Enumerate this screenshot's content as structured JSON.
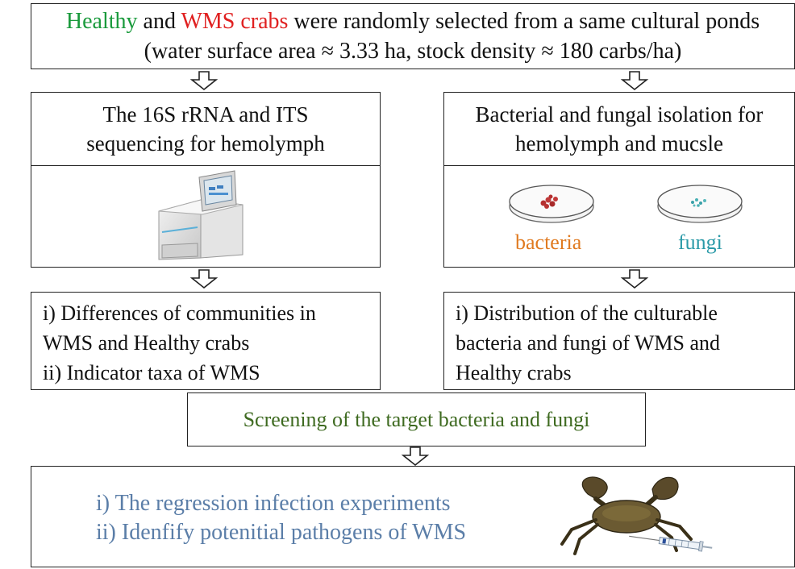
{
  "top": {
    "line1_green": "Healthy",
    "line1_and": " and ",
    "line1_red": "WMS crabs",
    "line1_rest": " were randomly selected from a same cultural ponds",
    "line2": "(water surface area ≈ 3.33 ha, stock density ≈ 180 carbs/ha)"
  },
  "left_method": {
    "line1": "The 16S rRNA and ITS",
    "line2": "sequencing for hemolymph",
    "image_icon": "sequencer-icon"
  },
  "right_method": {
    "line1": "Bacterial and fungal isolation for",
    "line2": "hemolymph and mucsle",
    "image_icon": "petri-dish-icon",
    "bacteria_label": "bacteria",
    "fungi_label": "fungi"
  },
  "left_result": {
    "line1": "i) Differences of communities in",
    "line2": "WMS and Healthy crabs",
    "line3": "ii) Indicator taxa of WMS"
  },
  "right_result": {
    "line1": "i) Distribution of the culturable",
    "line2": "bacteria and fungi of WMS and",
    "line3": "Healthy crabs"
  },
  "screening": {
    "text": "Screening of the target bacteria and fungi"
  },
  "final": {
    "line1": "i) The regression infection experiments",
    "line2": "ii) Idenfify poteniti​al pathogens of WMS",
    "image_icon": "crab-icon"
  },
  "colors": {
    "healthy": "#1a9a3c",
    "wms": "#e02020",
    "bacteria": "#e07a20",
    "fungi": "#2a9aa8",
    "screening": "#3e6a20",
    "final": "#5b7ea8"
  }
}
